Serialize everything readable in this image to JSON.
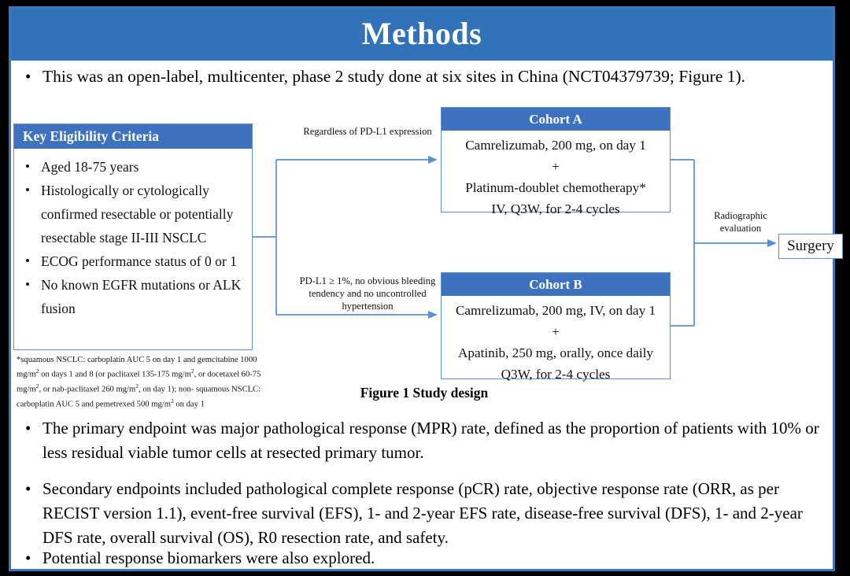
{
  "slide": {
    "title": "Methods",
    "header_color": "#3172B9",
    "frame_color": "#3C76BE",
    "box_border_color": "#5B8FD4",
    "box_header_color": "#3E72BE"
  },
  "intro_bullet": "This was an open-label, multicenter, phase 2 study done at six sites in China (NCT04379739; Figure 1).",
  "diagram": {
    "eligibility": {
      "header": "Key  Eligibility Criteria",
      "items": [
        "Aged 18-75 years",
        "Histologically or cytologically confirmed resectable or potentially resectable stage II-III  NSCLC",
        "ECOG performance status of 0 or 1",
        "No known EGFR mutations or ALK fusion"
      ]
    },
    "footnote": {
      "line1_a": "*squamous NSCLC: carboplatin AUC 5 on day 1 and gemcitabine 1000 mg/m",
      "line1_sup": "2",
      "line1_b": " on days 1 and 8 (or",
      "line2_a": "paclitaxel 135-175 mg/m",
      "line2_sup1": "2",
      "line2_b": ", or docetaxel 60-75 mg/m",
      "line2_sup2": "2",
      "line2_c": ", or nab-paclitaxel 260 mg/m",
      "line2_sup3": "2",
      "line2_d": ", on day 1); non-",
      "line3_a": "squamous NSCLC: carboplatin AUC 5 and pemetrexed 500 mg/m",
      "line3_sup": "2",
      "line3_b": " on day 1"
    },
    "arrow_labels": {
      "top": "Regardless of PD-L1 expression",
      "bottom": "PD-L1 ≥ 1%, no obvious bleeding tendency and no uncontrolled hypertension",
      "right": "Radiographic evaluation"
    },
    "cohort_a": {
      "header": "Cohort A",
      "line1": "Camrelizumab, 200 mg, on day 1",
      "plus": "+",
      "line2": "Platinum-doublet chemotherapy*",
      "line3": "IV, Q3W, for 2-4 cycles"
    },
    "cohort_b": {
      "header": "Cohort B",
      "line1": "Camrelizumab, 200 mg, IV, on day 1",
      "plus": "+",
      "line2": "Apatinib, 250 mg, orally, once daily",
      "line3": "Q3W, for 2-4 cycles"
    },
    "surgery": "Surgery",
    "caption": "Figure 1 Study design"
  },
  "endpoint_bullets": [
    "The primary endpoint was major pathological response (MPR) rate, defined as the proportion of patients with 10% or less residual viable tumor cells at resected primary tumor.",
    "Secondary endpoints included pathological complete response (pCR) rate, objective response rate (ORR, as per RECIST version 1.1), event-free survival (EFS), 1- and 2-year EFS rate, disease-free survival (DFS), 1- and 2-year DFS rate, overall survival (OS), R0 resection rate, and safety.",
    "Potential response biomarkers were also explored."
  ],
  "bullet_glyph": "•"
}
